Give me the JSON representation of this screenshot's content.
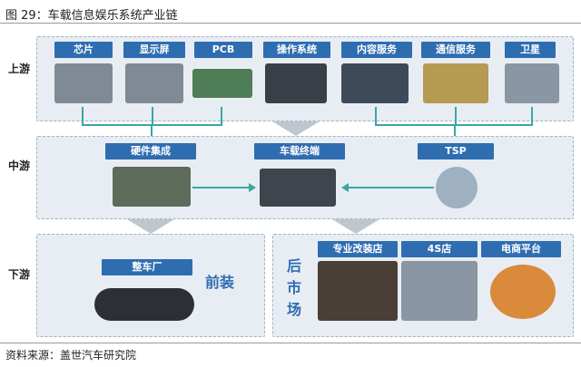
{
  "title": "图 29：车载信息娱乐系统产业链",
  "stages": {
    "upstream": "上游",
    "midstream": "中游",
    "downstream": "下游"
  },
  "upstream_items": [
    "芯片",
    "显示屏",
    "PCB",
    "操作系统",
    "内容服务",
    "通信服务",
    "卫星"
  ],
  "midstream_items": [
    "硬件集成",
    "车载终端",
    "TSP"
  ],
  "downstream": {
    "oem_label": "整车厂",
    "oem_tag": "前装",
    "aftermarket_tag": "后市场",
    "aftermarket_items": [
      "专业改装店",
      "4S店",
      "电商平台"
    ]
  },
  "footer": "资料来源：盖世汽车研究院"
}
